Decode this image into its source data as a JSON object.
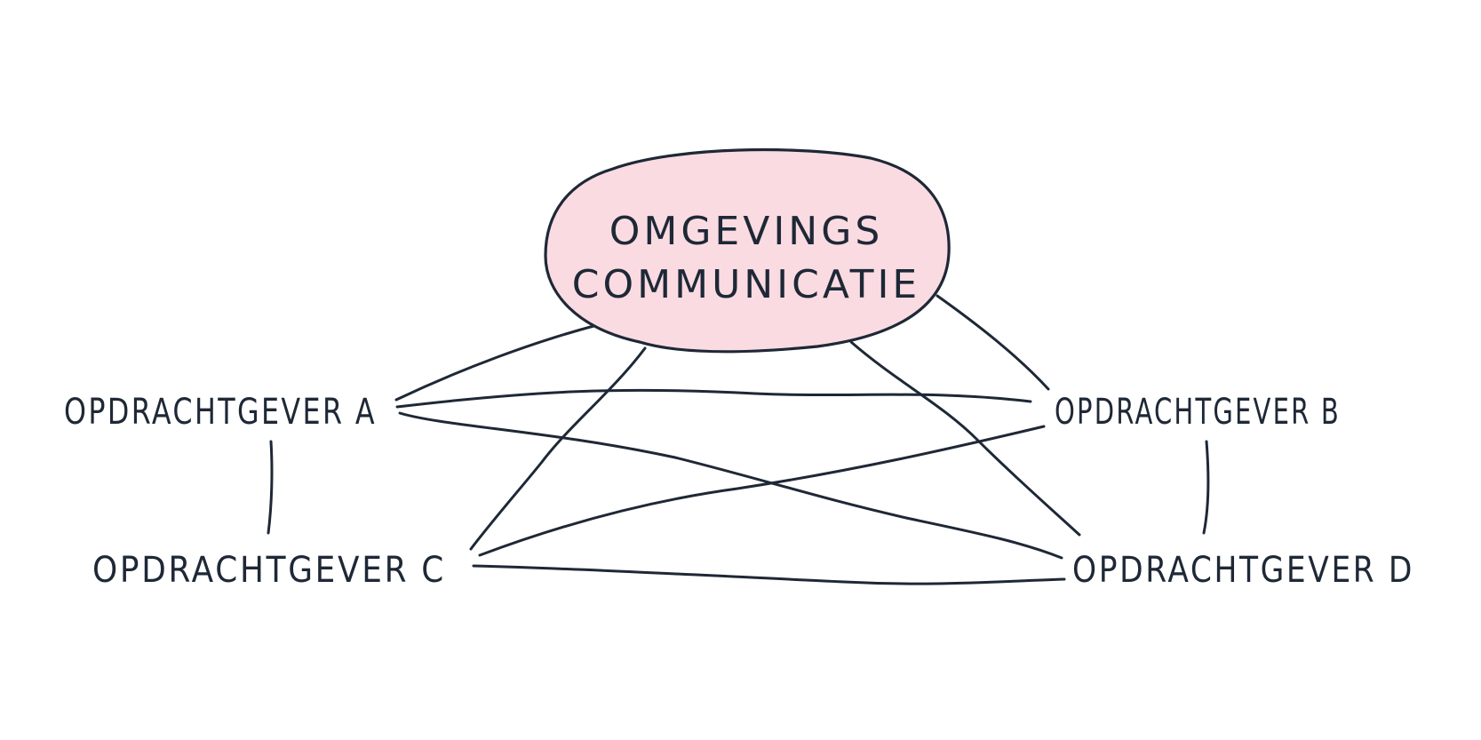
{
  "colors": {
    "ink": "#1e2836",
    "bubble_fill": "#fbdbe2",
    "background": "#ffffff"
  },
  "center": {
    "line1": "OMGEVINGS",
    "line2": "COMMUNICATIE"
  },
  "nodes": {
    "a": "OPDRACHTGEVER A",
    "b": "OPDRACHTGEVER B",
    "c": "OPDRACHTGEVER C",
    "d": "OPDRACHTGEVER D"
  }
}
